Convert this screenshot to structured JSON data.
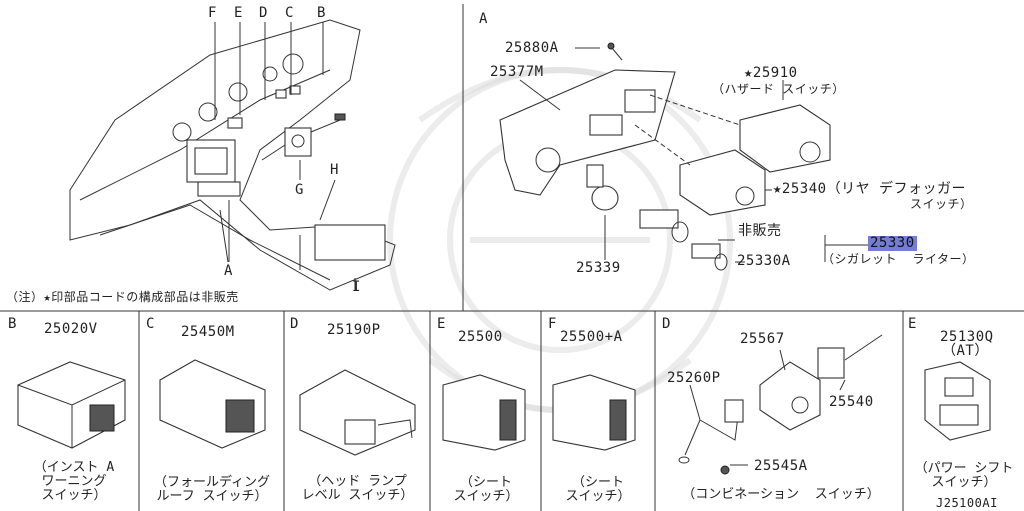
{
  "colors": {
    "highlight": "#4650c8",
    "line": "#333333",
    "watermark": "#dddddd"
  },
  "overview": {
    "letters": [
      "F",
      "E",
      "D",
      "C",
      "B"
    ],
    "callout_g": "G",
    "callout_h": "H",
    "callout_a": "A",
    "callout_i": "I",
    "note": "（注）★印部品コードの構成部品は非販売"
  },
  "section_a": {
    "letter": "A",
    "p25880a": "25880A",
    "p25377m": "25377M",
    "p25910": "★25910",
    "p25910_desc": "（ハザード スイッチ）",
    "p25340": "★25340（リヤ デフォッガー",
    "p25340_desc": "スイッチ）",
    "not_sold": "非販売",
    "p25330": "25330",
    "p25330a": "25330A",
    "p25330_desc": "（シガレット  ライター）",
    "p25339": "25339"
  },
  "panels": [
    {
      "letter": "B",
      "part": "25020V",
      "desc": "（インスト A\nワーニング\nスイッチ）"
    },
    {
      "letter": "C",
      "part": "25450M",
      "desc": "（フォールディング\nルーフ スイッチ）"
    },
    {
      "letter": "D",
      "part": "25190P",
      "desc": "（ヘッド ランプ\nレベル スイッチ）"
    },
    {
      "letter": "E",
      "part": "25500",
      "desc": "（シート\nスイッチ）"
    },
    {
      "letter": "F",
      "part": "25500+A",
      "desc": "（シート\nスイッチ）"
    },
    {
      "letter": "D",
      "part": "25567",
      "desc": "（コンビネーション  スイッチ）",
      "p2": "25260P",
      "p3": "25540",
      "p4": "25545A"
    },
    {
      "letter": "E",
      "part": "25130Q",
      "sub": "（AT）",
      "desc": "（パワー シフト\nスイッチ）"
    }
  ],
  "figure_id": "J25100AI"
}
